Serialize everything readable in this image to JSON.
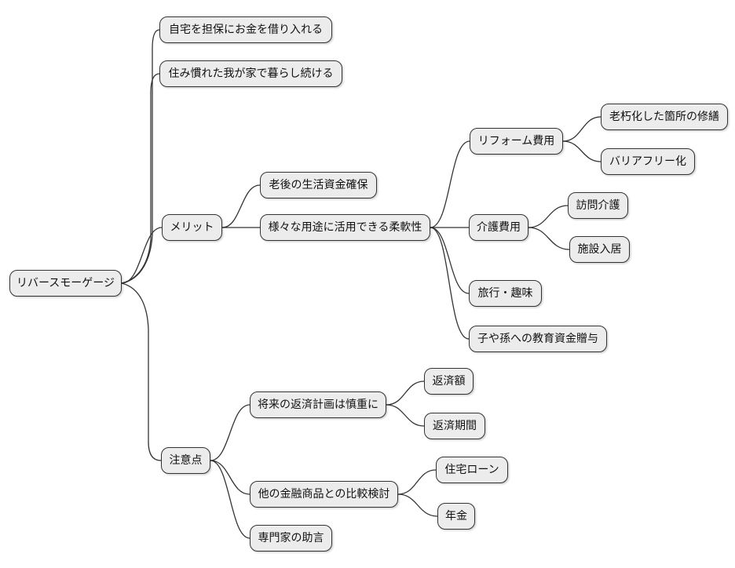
{
  "diagram": {
    "type": "mindmap",
    "colors": {
      "background": "#ffffff",
      "node_fill": "#ececec",
      "node_border": "#333333",
      "edge": "#333333",
      "text": "#111111"
    },
    "root": {
      "label": "リバースモーゲージ",
      "children": [
        {
          "label": "自宅を担保にお金を借り入れる"
        },
        {
          "label": "住み慣れた我が家で暮らし続ける"
        },
        {
          "label": "メリット",
          "children": [
            {
              "label": "老後の生活資金確保"
            },
            {
              "label": "様々な用途に活用できる柔軟性",
              "children": [
                {
                  "label": "リフォーム費用",
                  "children": [
                    {
                      "label": "老朽化した箇所の修繕"
                    },
                    {
                      "label": "バリアフリー化"
                    }
                  ]
                },
                {
                  "label": "介護費用",
                  "children": [
                    {
                      "label": "訪問介護"
                    },
                    {
                      "label": "施設入居"
                    }
                  ]
                },
                {
                  "label": "旅行・趣味"
                },
                {
                  "label": "子や孫への教育資金贈与"
                }
              ]
            }
          ]
        },
        {
          "label": "注意点",
          "children": [
            {
              "label": "将来の返済計画は慎重に",
              "children": [
                {
                  "label": "返済額"
                },
                {
                  "label": "返済期間"
                }
              ]
            },
            {
              "label": "他の金融商品との比較検討",
              "children": [
                {
                  "label": "住宅ローン"
                },
                {
                  "label": "年金"
                }
              ]
            },
            {
              "label": "専門家の助言"
            }
          ]
        }
      ]
    }
  }
}
